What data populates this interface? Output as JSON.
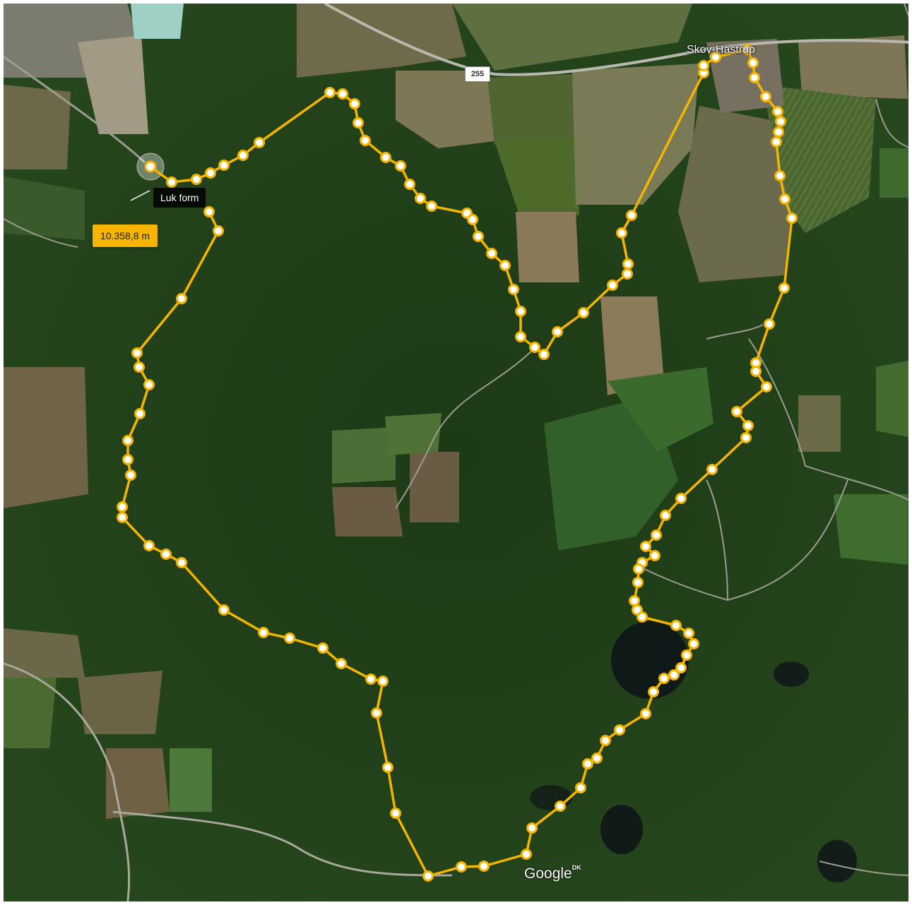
{
  "map": {
    "type": "satellite",
    "road_number": "255",
    "town_label": "Skov-Hastrup",
    "tooltip": "Luk form",
    "distance": "10.358,8 m",
    "attribution": "Google",
    "region_code": "DK",
    "route_color": "#f5b400",
    "vertex_fill": "#ffffff"
  }
}
